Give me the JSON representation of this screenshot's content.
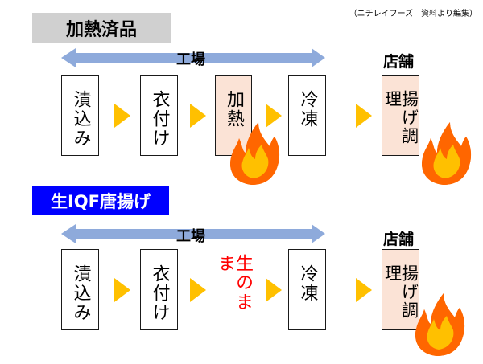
{
  "credit": "（ニチレイフーズ　資料より編集）",
  "sections": [
    {
      "title": "加熱済品",
      "factory_label": "工場",
      "store_label": "店舗",
      "steps": [
        "漬込み",
        "衣付け",
        "加熱",
        "冷凍"
      ],
      "store_step": "揚げ調理"
    },
    {
      "title": "生IQF唐揚げ",
      "factory_label": "工場",
      "store_label": "店舗",
      "steps": [
        "漬込み",
        "衣付け",
        "生のまま",
        "冷凍"
      ],
      "store_step": "揚げ調理"
    }
  ],
  "colors": {
    "heat_label_bg": "#d0d0d0",
    "raw_label_bg": "#0000ff",
    "arrow": "#8eaadb",
    "chevron": "#ffc000",
    "peach_box": "#fbe3d6",
    "raw_text": "#ff0000",
    "flame_outer": "#ff6600",
    "flame_inner": "#ffc000"
  },
  "icons": [
    "double-arrow-icon",
    "chevron-right-icon",
    "flame-icon"
  ]
}
